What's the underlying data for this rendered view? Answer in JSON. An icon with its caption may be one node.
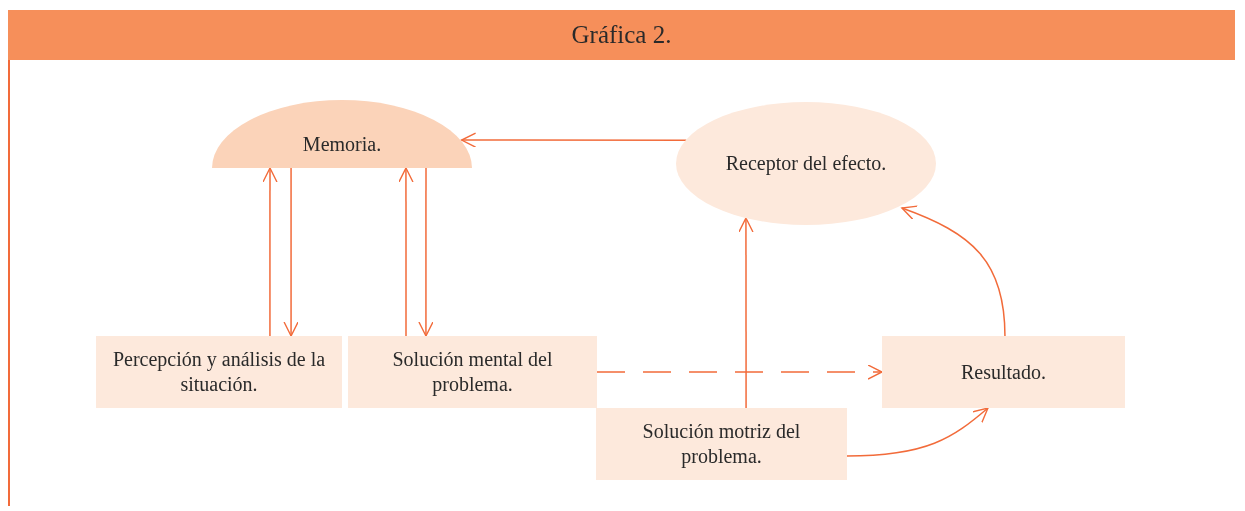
{
  "diagram": {
    "title": "Gráfica 2.",
    "nodes": [
      {
        "text": [
          "Memoria."
        ]
      },
      {
        "text": [
          "Receptor del efecto."
        ]
      },
      {
        "text": [
          "Percepción y análisis de la situación."
        ]
      },
      {
        "text": [
          "Solución mental del problema."
        ]
      },
      {
        "text": [
          "Resultado."
        ]
      },
      {
        "text": [
          "Solución motriz del problema."
        ]
      }
    ],
    "edges": [
      {
        "from": 1,
        "to": 0,
        "arrow": "to"
      },
      {
        "from": 2,
        "to": 0,
        "arrow": "to"
      },
      {
        "from": 0,
        "to": 2,
        "arrow": "to"
      },
      {
        "from": 3,
        "to": 0,
        "arrow": "to"
      },
      {
        "from": 0,
        "to": 3,
        "arrow": "to"
      },
      {
        "from": 3,
        "to": 4,
        "arrow": "to",
        "style": "dashed"
      },
      {
        "from": 5,
        "to": 1,
        "arrow": "to"
      },
      {
        "from": 5,
        "to": 4,
        "arrow": "to"
      },
      {
        "from": 4,
        "to": 1,
        "arrow": "to"
      }
    ]
  }
}
